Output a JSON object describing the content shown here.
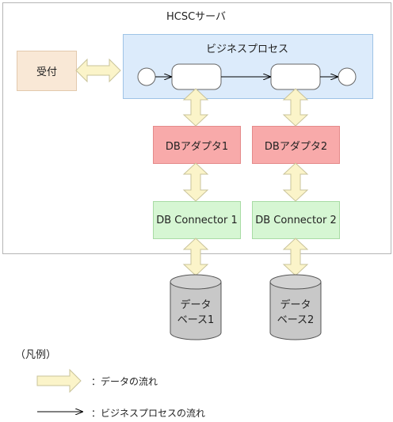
{
  "server": {
    "title": "HCSCサーバ"
  },
  "business_process": {
    "title": "ビジネスプロセス"
  },
  "reception": {
    "label": "受付"
  },
  "adapters": [
    {
      "label": "DBアダプタ1"
    },
    {
      "label": "DBアダプタ2"
    }
  ],
  "connectors": [
    {
      "label": "DB Connector 1"
    },
    {
      "label": "DB Connector 2"
    }
  ],
  "databases": [
    {
      "line1": "データ",
      "line2": "ベース1"
    },
    {
      "line1": "データ",
      "line2": "ベース2"
    }
  ],
  "legend": {
    "title": "（凡例）",
    "data_flow": "：データの流れ",
    "process_flow": "：ビジネスプロセスの流れ"
  },
  "colors": {
    "data_arrow_fill": "#fbf4c9",
    "data_arrow_stroke": "#c9c39a",
    "adapter_fill": "#f8aaaa",
    "connector_fill": "#d6f6d3",
    "process_fill": "#dcebfb",
    "reception_fill": "#f9e8d6"
  }
}
